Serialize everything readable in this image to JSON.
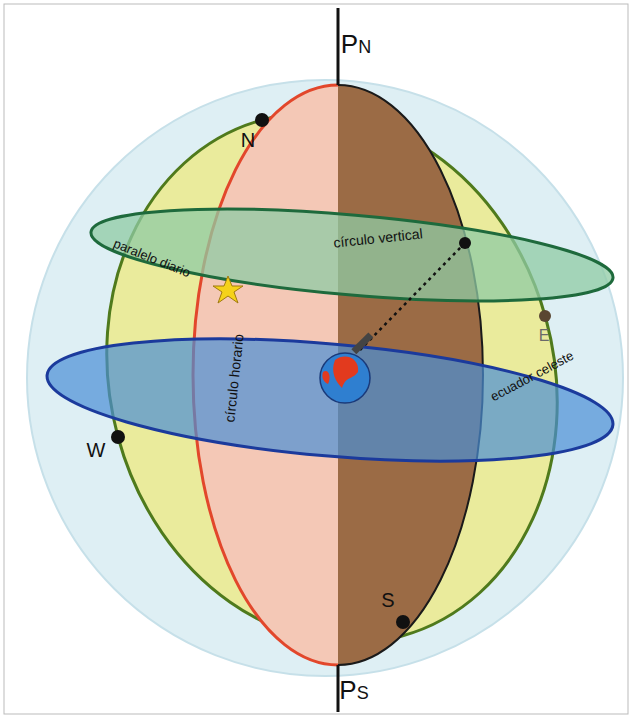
{
  "diagram": {
    "labels": [
      "PN",
      "N",
      "círculo vertical",
      "paralelo diario",
      "E",
      "círculo horario",
      "W",
      "ecuador celeste",
      "S",
      "PS"
    ]
  }
}
